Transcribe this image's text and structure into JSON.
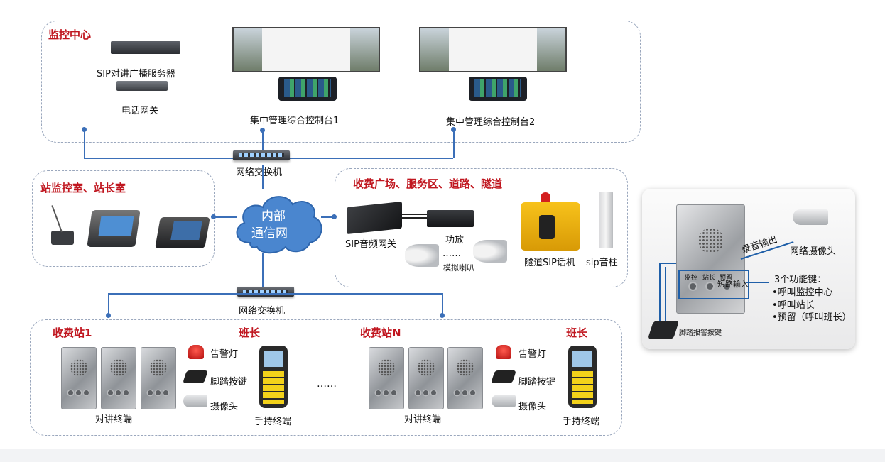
{
  "regions": {
    "monitoring_center": "监控中心",
    "station_room": "站监控室、站长室",
    "toll_plaza": "收费广场、服务区、道路、隧道",
    "toll_station_1": "收费站1",
    "toll_station_n": "收费站N",
    "shift_leader_1": "班长",
    "shift_leader_n": "班长"
  },
  "devices": {
    "sip_server": "SIP对讲广播服务器",
    "phone_gateway": "电话网关",
    "console_1": "集中管理综合控制台1",
    "console_2": "集中管理综合控制台2",
    "switch_top": "网络交换机",
    "switch_bottom": "网络交换机",
    "cloud_line1": "内部",
    "cloud_line2": "通信网",
    "sip_audio_gateway": "SIP音频网关",
    "amplifier": "功放",
    "analog_horn": "模拟喇叭",
    "horn_ellipsis": "……",
    "tunnel_phone": "隧道SIP话机",
    "sip_column": "sip音柱",
    "intercom_terminal_1": "对讲终端",
    "intercom_terminal_n": "对讲终端",
    "handheld_1": "手持终端",
    "handheld_n": "手持终端",
    "alarm_light_1": "告警灯",
    "foot_button_1": "脚踏按键",
    "camera_1": "摄像头",
    "alarm_light_n": "告警灯",
    "foot_button_n": "脚踏按键",
    "camera_n": "摄像头",
    "station_ellipsis": "……"
  },
  "detail": {
    "record_output": "录音输出",
    "network_camera": "网络摄像头",
    "short_input": "短路输入",
    "key_monitor": "监控",
    "key_station": "站长",
    "key_reserve": "预留",
    "func_title": "3个功能键：",
    "func_1": "•呼叫监控中心",
    "func_2": "•呼叫站长",
    "func_3": "•预留（呼叫班长）",
    "foot_alarm": "脚踏报警按键"
  },
  "colors": {
    "title_red": "#c0161f",
    "line_blue": "#3b6fb8",
    "cloud_blue": "#4a86cf",
    "region_border": "#9aa7bd"
  }
}
